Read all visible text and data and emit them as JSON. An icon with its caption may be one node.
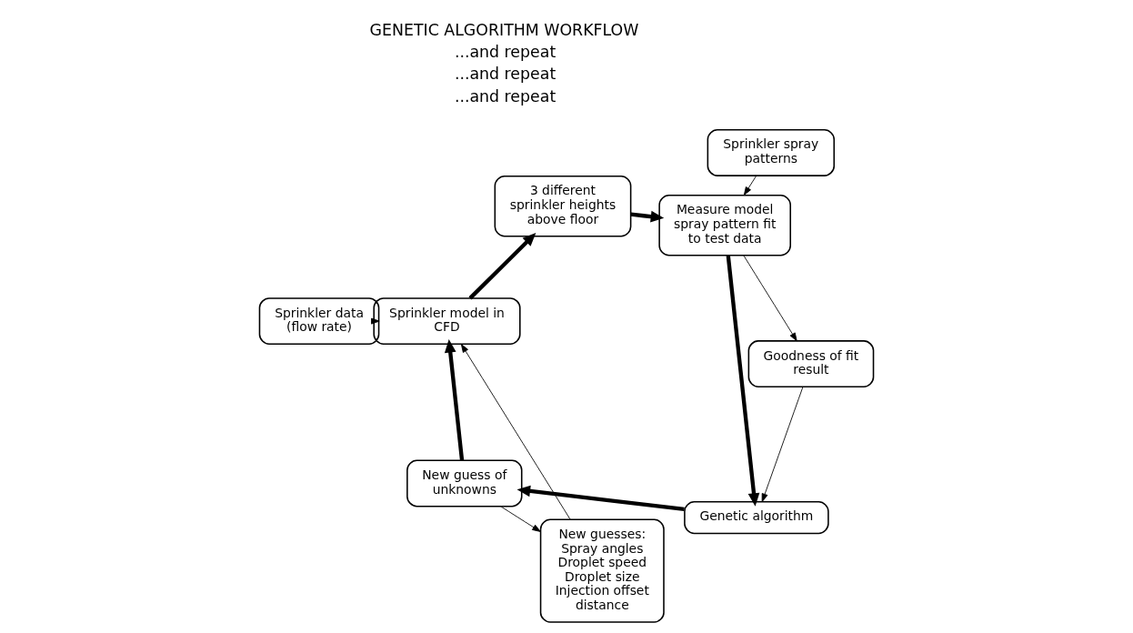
{
  "diagram": {
    "nodes": [
      {
        "text": [
          "Sprinkler data (flow rate)"
        ]
      },
      {
        "text": [
          "New guesses:",
          "Spray angles",
          "Droplet speed",
          "Droplet size",
          "Injection offset distance"
        ]
      },
      {
        "text": [
          "Sprinkler model in CFD"
        ]
      },
      {
        "text": [
          "3 different sprinkler heights above floor"
        ]
      },
      {
        "text": [
          "Sprinkler spray patterns"
        ]
      },
      {
        "text": [
          "Measure model spray pattern fit to test data"
        ]
      },
      {
        "text": [
          "Goodness of fit result"
        ]
      },
      {
        "text": [
          "Genetic algorithm"
        ]
      },
      {
        "text": [
          "New guess of unknowns"
        ]
      }
    ],
    "edges": [
      {
        "from": 0,
        "to": 2,
        "arrow": "to"
      },
      {
        "from": 1,
        "to": 2,
        "arrow": "to"
      },
      {
        "from": 2,
        "to": 3,
        "arrow": "to",
        "style": "thick"
      },
      {
        "from": 3,
        "to": 5,
        "arrow": "to",
        "style": "thick"
      },
      {
        "from": 4,
        "to": 5,
        "arrow": "to"
      },
      {
        "from": 5,
        "to": 6,
        "arrow": "to"
      },
      {
        "from": 5,
        "to": 7,
        "arrow": "to",
        "style": "thick"
      },
      {
        "from": 6,
        "to": 7,
        "arrow": "to"
      },
      {
        "from": 7,
        "to": 8,
        "arrow": "to",
        "style": "thick"
      },
      {
        "from": 8,
        "to": 2,
        "arrow": "to",
        "style": "thick"
      },
      {
        "from": 8,
        "to": 1,
        "arrow": "to"
      }
    ],
    "labels": [
      "GENETIC ALGORITHM WORKFLOW",
      "...and repeat",
      "...and repeat",
      "...and repeat"
    ]
  }
}
